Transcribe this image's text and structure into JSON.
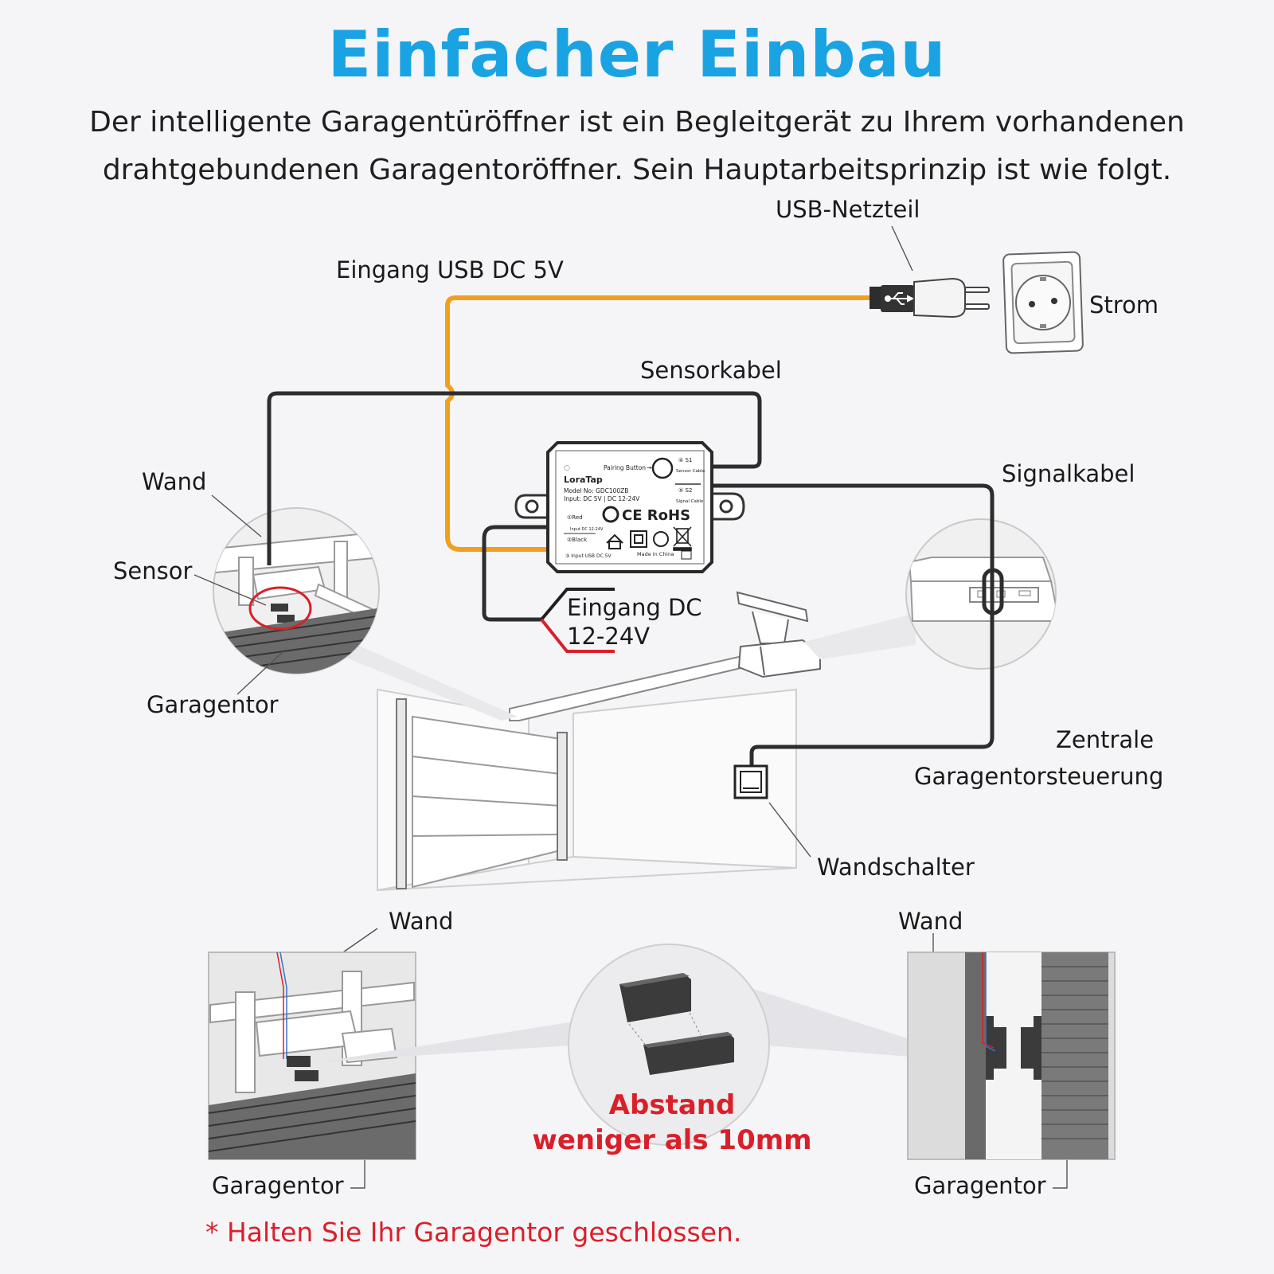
{
  "title": "Einfacher Einbau",
  "intro_line1": "Der intelligente Garagentüröffner ist ein Begleitgerät zu Ihrem vorhandenen",
  "intro_line2": "drahtgebundenen Garagentoröffner. Sein Hauptarbeitsprinzip ist wie folgt.",
  "labels": {
    "usb_adapter": "USB-Netzteil",
    "usb_input": "Eingang USB DC 5V",
    "power": "Strom",
    "sensor_cable": "Sensorkabel",
    "signal_cable": "Signalkabel",
    "wall": "Wand",
    "sensor": "Sensor",
    "garage_door": "Garagentor",
    "dc_input_line1": "Eingang DC",
    "dc_input_line2": "12-24V",
    "control_line1": "Zentrale",
    "control_line2": "Garagentorsteuerung",
    "wall_switch": "Wandschalter",
    "bottom_wall_left": "Wand",
    "bottom_wall_right": "Wand",
    "bottom_door_left": "Garagentor",
    "bottom_door_right": "Garagentor",
    "distance_line1": "Abstand",
    "distance_line2": "weniger als 10mm"
  },
  "device": {
    "brand": "LoraTap",
    "model": "Model No: GDC100ZB",
    "input": "Input: DC 5V | DC 12-24V",
    "pairing": "Pairing Button",
    "s1": "④ S1",
    "s1_sub": "Sensor Cable",
    "s2": "⑤ S2",
    "s2_sub": "Signal Cable",
    "red": "①Red",
    "input_dc": "Input DC 12-24V",
    "black": "②Black",
    "input_usb": "③ Input USB DC 5V",
    "made_in": "Made in China",
    "marks": "CE RoHS"
  },
  "note": "* Halten Sie Ihr Garagentor geschlossen.",
  "colors": {
    "title": "#1aa3e3",
    "usb_cable": "#f0a01e",
    "cable": "#2d2d2d",
    "red_wire": "#d9202a",
    "warning": "#d9202a",
    "outline": "#555555"
  },
  "icons": [
    "usb-icon",
    "power-socket-icon",
    "wall-switch-icon",
    "recycle-icon",
    "house-icon",
    "weee-bin-icon"
  ]
}
